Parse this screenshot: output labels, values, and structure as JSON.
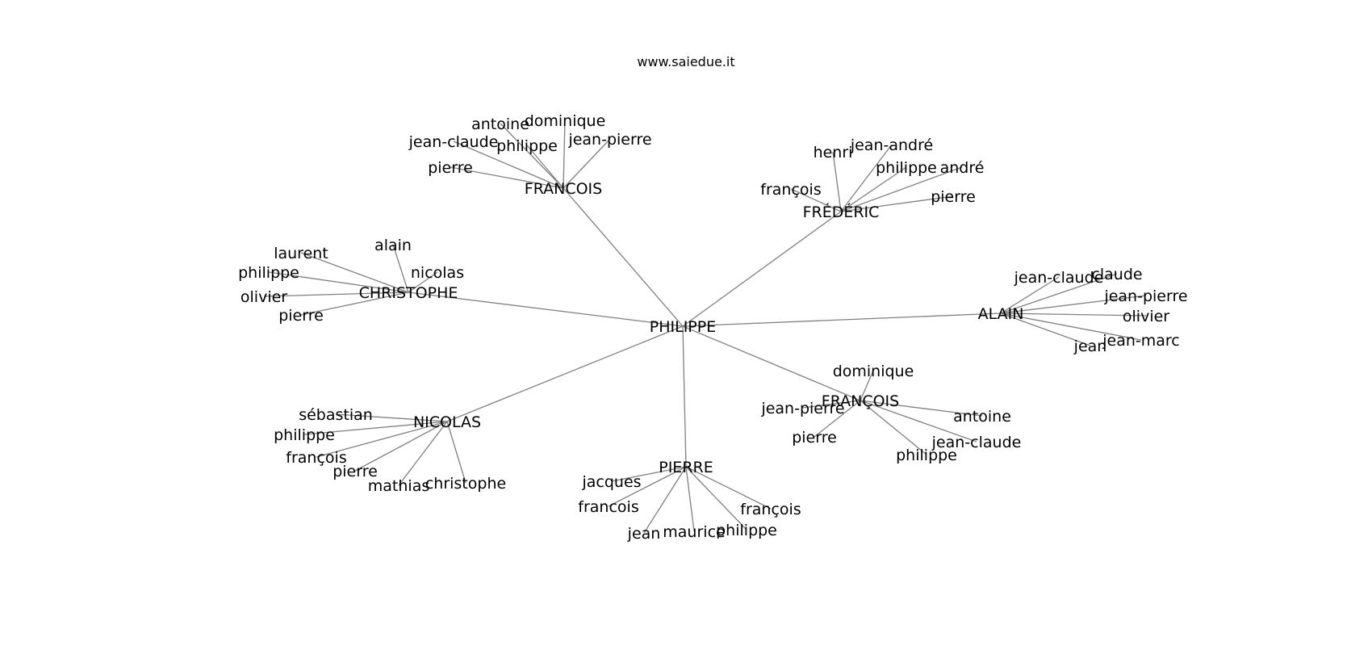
{
  "title": "www.saiedue.it",
  "center": "PHILIPPE",
  "groups": [
    {
      "hub": "FRANCOIS",
      "leaves": [
        "antoine",
        "dominique",
        "jean-claude",
        "philippe",
        "jean-pierre",
        "pierre"
      ]
    },
    {
      "hub": "FRÉDÉRIC",
      "leaves": [
        "henri",
        "jean-andré",
        "philippe",
        "andré",
        "françois",
        "pierre"
      ]
    },
    {
      "hub": "CHRISTOPHE",
      "leaves": [
        "alain",
        "laurent",
        "nicolas",
        "philippe",
        "olivier",
        "pierre"
      ]
    },
    {
      "hub": "ALAIN",
      "leaves": [
        "jean-claude",
        "claude",
        "jean-pierre",
        "olivier",
        "jean-marc",
        "jean"
      ]
    },
    {
      "hub": "FRANÇOIS",
      "leaves": [
        "dominique",
        "jean-pierre",
        "antoine",
        "pierre",
        "jean-claude",
        "philippe"
      ]
    },
    {
      "hub": "NICOLAS",
      "leaves": [
        "sébastian",
        "philippe",
        "françois",
        "pierre",
        "mathias",
        "christophe"
      ]
    },
    {
      "hub": "PIERRE",
      "leaves": [
        "jacques",
        "francois",
        "françois",
        "jean",
        "maurice",
        "philippe"
      ]
    }
  ]
}
